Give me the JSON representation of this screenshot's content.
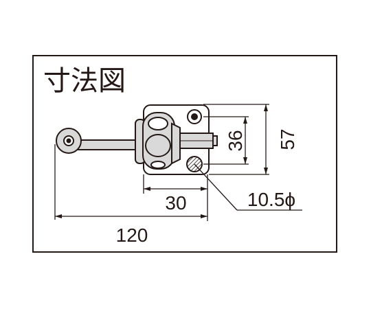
{
  "title": "寸法図",
  "dimensions": {
    "width_mount": "30",
    "overall_length": "120",
    "hole_pitch": "36",
    "base_height": "57",
    "hole_diameter": "10.5ϕ"
  },
  "colors": {
    "line": "#231815",
    "metal_fill": "#d9d9d9",
    "hatch": "#231815"
  }
}
